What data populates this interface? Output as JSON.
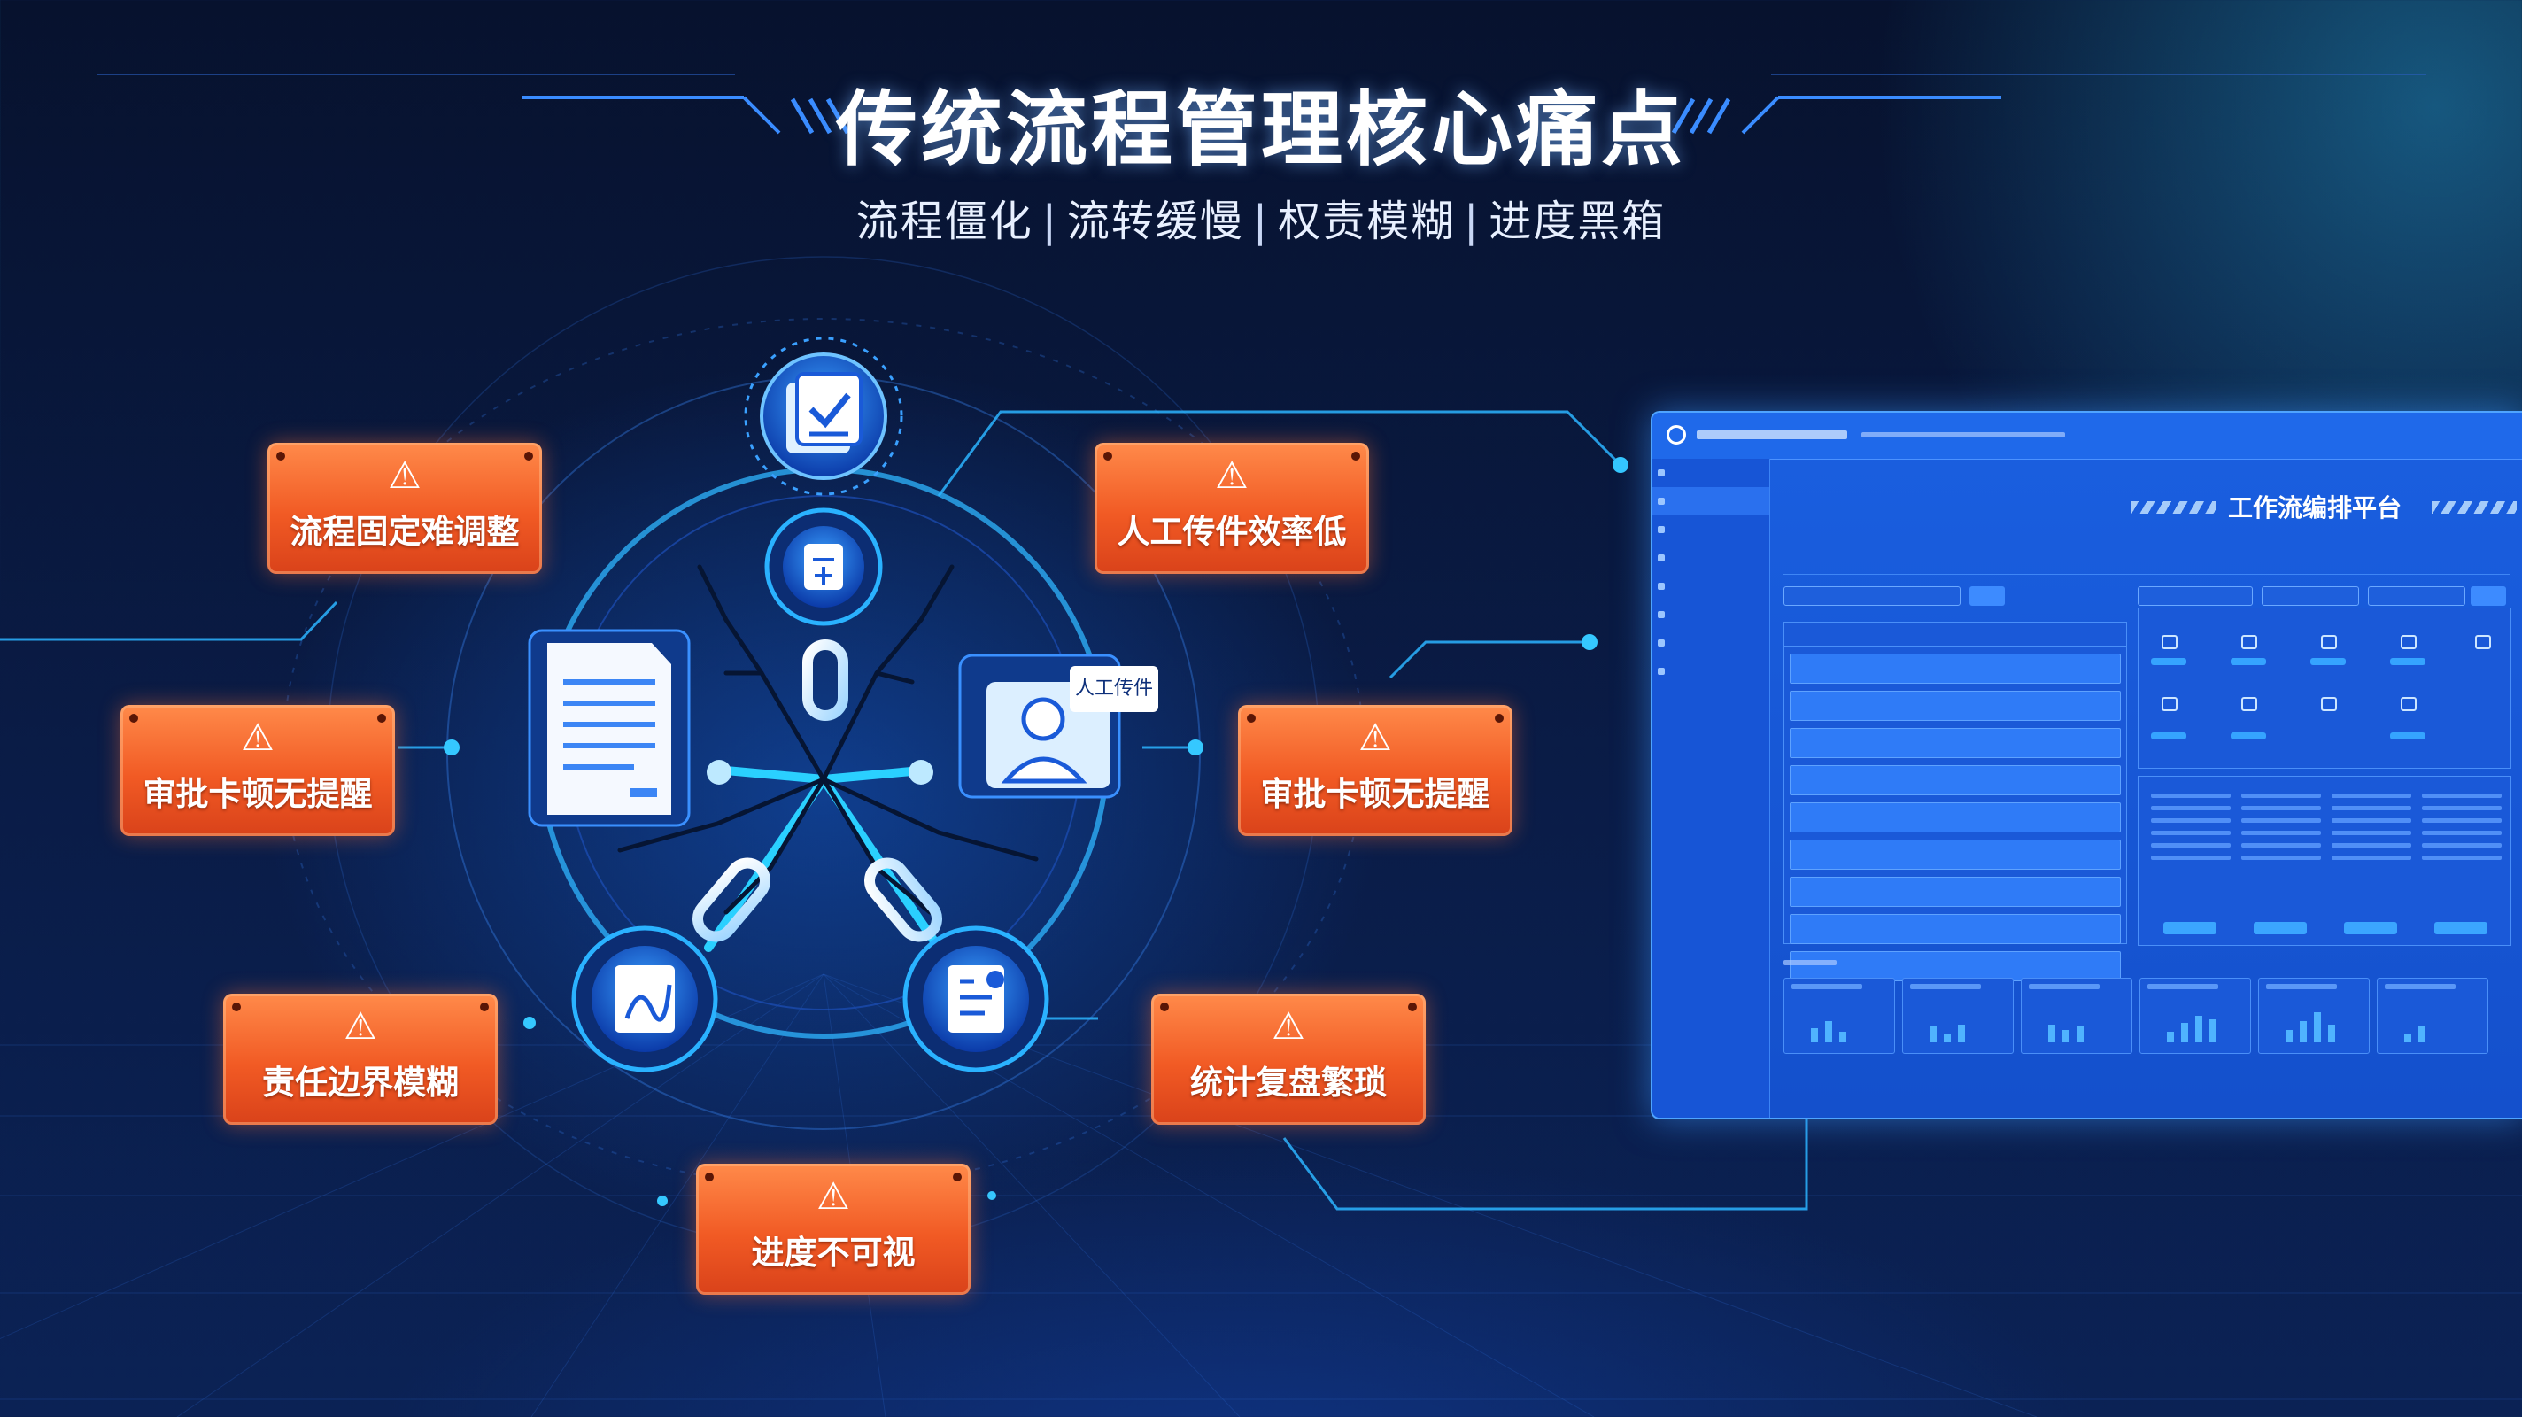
{
  "header": {
    "title": "传统流程管理核心痛点",
    "subtitle_items": [
      "流程僵化",
      "流转缓慢",
      "权责模糊",
      "进度黑箱"
    ],
    "separator": "|"
  },
  "pain_points": [
    {
      "id": "fixed",
      "label": "流程固定难调整"
    },
    {
      "id": "manual",
      "label": "人工传件效率低"
    },
    {
      "id": "approval-left",
      "label": "审批卡顿无提醒"
    },
    {
      "id": "approval-right",
      "label": "审批卡顿无提醒"
    },
    {
      "id": "responsibility",
      "label": "责任边界模糊"
    },
    {
      "id": "stats",
      "label": "统计复盘繁琐"
    },
    {
      "id": "progress",
      "label": "进度不可视"
    }
  ],
  "warning_symbol": "⚠",
  "hub": {
    "handoff_label": "人工传件",
    "icons": [
      "checklist-icon",
      "form-icon",
      "document-icon",
      "person-handoff-icon",
      "signed-paper-icon",
      "report-icon",
      "broken-chain-icon"
    ]
  },
  "dashboard": {
    "platform_title": "工作流编排平台"
  },
  "colors": {
    "card": "#f15a24",
    "accent": "#35c8ff",
    "background": "#0a1c47",
    "dashboard": "#1a5fe0"
  }
}
